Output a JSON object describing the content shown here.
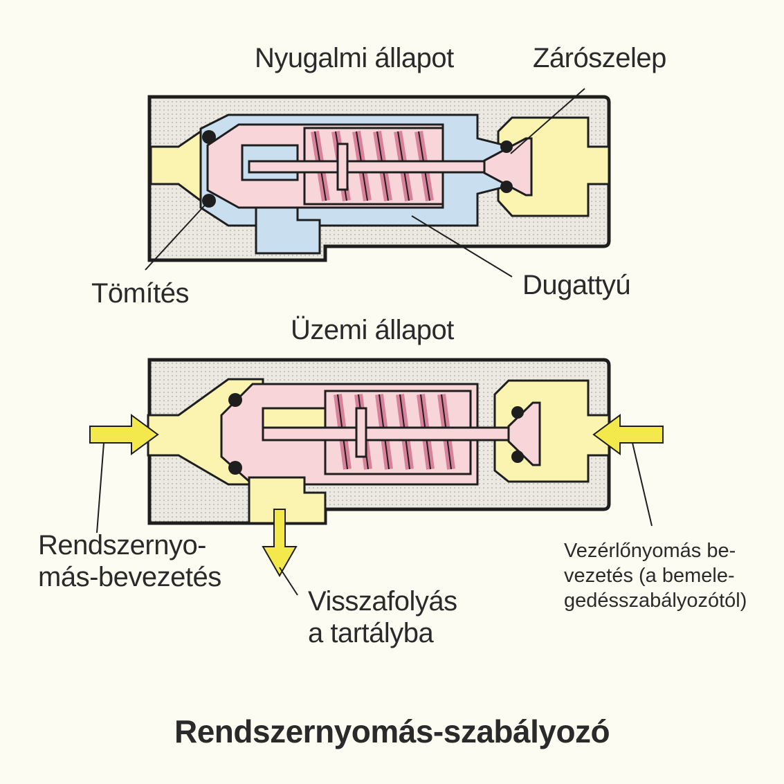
{
  "labels": {
    "rest_state": "Nyugalmi állapot",
    "shutoff_valve": "Zárószelep",
    "seal": "Tömítés",
    "piston": "Dugattyú",
    "operating_state": "Üzemi állapot",
    "system_pressure_inlet_1": "Rendszernyo-",
    "system_pressure_inlet_2": "más-bevezetés",
    "return_to_tank_1": "Visszafolyás",
    "return_to_tank_2": "a tartályba",
    "control_pressure_1": "Vezérlőnyomás be-",
    "control_pressure_2": "vezetés (a bemele-",
    "control_pressure_3": "gedésszabályozótól)"
  },
  "title": "Rendszernyomás-szabályozó",
  "colors": {
    "housing": "#e8e6df",
    "pressure_fluid": "#fbf4b0",
    "piston": "#f7d5d9",
    "chamber": "#c9dff0",
    "spring": "#d9809b",
    "arrow": "#f3e84c",
    "outline": "#1e1e1e"
  }
}
